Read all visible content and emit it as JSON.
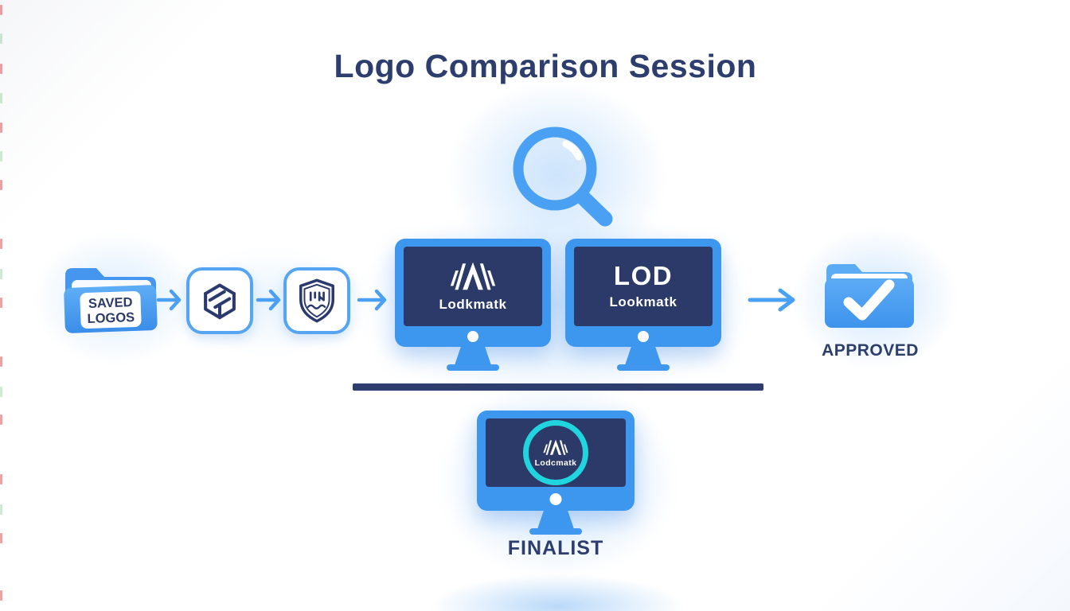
{
  "title": "Logo Comparison Session",
  "palette": {
    "navy_text": "#2c3d6e",
    "arrow_blue": "#4aa0f2",
    "monitor_frame_blue": "#3e97ef",
    "screen_navy": "#2b3a68",
    "teal_ring": "#20d5dd",
    "folder_blue_top": "#5fadf6",
    "folder_blue_bottom": "#3a8de9",
    "tile_border_blue": "#56a5f3"
  },
  "icons": {
    "magnifier": "magnifying-glass-icon",
    "saved_folder": "folder-icon",
    "tile1": "hexagon-cube-logo-icon",
    "tile2": "shield-crest-logo-icon",
    "arrow": "arrow-right-icon",
    "monitor": "monitor-icon",
    "chevron_logo": "chevron-a-logo-icon",
    "approved_folder": "folder-checkmark-icon"
  },
  "flow": {
    "saved_folder": {
      "label_line1": "SAVED",
      "label_line2": "LOGOS"
    },
    "compare_monitors": [
      {
        "brand": "Lodkmatk"
      },
      {
        "wordmark": "LOD",
        "brand": "Lookmatk"
      }
    ],
    "approved_folder": {
      "caption": "APPROVED"
    }
  },
  "finalist": {
    "brand": "Lodcmatk",
    "caption": "FINALIST"
  }
}
